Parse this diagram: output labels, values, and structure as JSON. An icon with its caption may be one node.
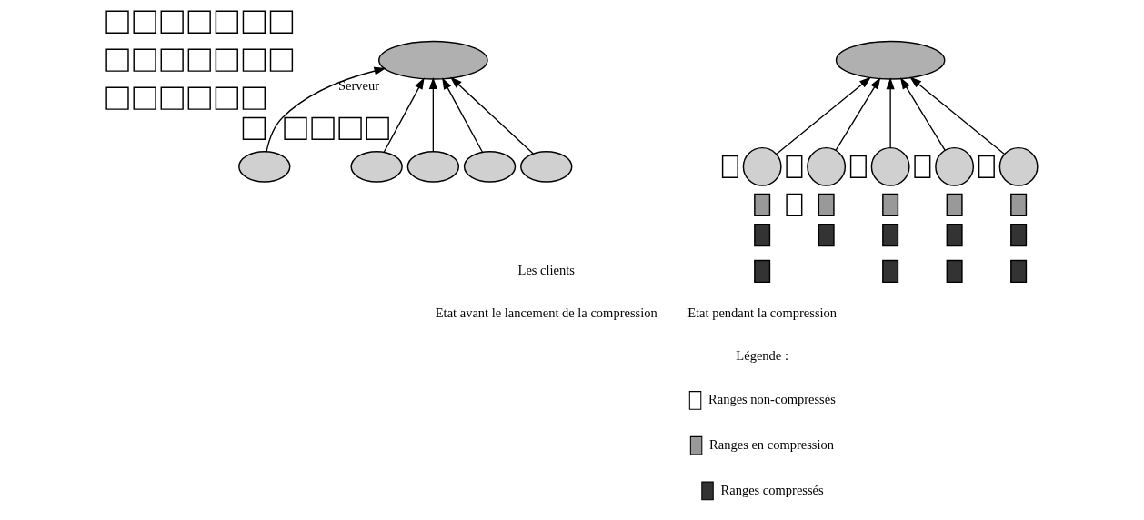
{
  "diagram": {
    "nodes": [
      {
        "text": [],
        "shape": "ellipse",
        "beside": [
          "Serveur"
        ]
      },
      {
        "text": [],
        "shape": "box"
      },
      {
        "text": [],
        "shape": "box"
      },
      {
        "text": [],
        "shape": "box"
      },
      {
        "text": [],
        "shape": "box"
      },
      {
        "text": [],
        "shape": "box"
      },
      {
        "text": [],
        "shape": "box"
      },
      {
        "text": [],
        "shape": "box"
      },
      {
        "text": [],
        "shape": "box"
      },
      {
        "text": [],
        "shape": "box"
      },
      {
        "text": [],
        "shape": "box"
      },
      {
        "text": [],
        "shape": "box"
      },
      {
        "text": [],
        "shape": "box"
      },
      {
        "text": [],
        "shape": "box"
      },
      {
        "text": [],
        "shape": "box"
      },
      {
        "text": [],
        "shape": "box"
      },
      {
        "text": [],
        "shape": "box"
      },
      {
        "text": [],
        "shape": "box"
      },
      {
        "text": [],
        "shape": "box"
      },
      {
        "text": [],
        "shape": "box"
      },
      {
        "text": [],
        "shape": "box"
      },
      {
        "text": [],
        "shape": "box"
      },
      {
        "text": [],
        "shape": "box"
      },
      {
        "text": [],
        "shape": "box"
      },
      {
        "text": [],
        "shape": "box"
      },
      {
        "text": [],
        "shape": "box"
      },
      {
        "text": [],
        "shape": "ellipse"
      },
      {
        "text": [],
        "shape": "ellipse"
      },
      {
        "text": [],
        "shape": "ellipse"
      },
      {
        "text": [],
        "shape": "ellipse"
      },
      {
        "text": [],
        "shape": "ellipse"
      },
      {
        "text": [],
        "shape": "ellipse"
      },
      {
        "text": [],
        "shape": "box"
      },
      {
        "text": [],
        "shape": "circle"
      },
      {
        "text": [],
        "shape": "box"
      },
      {
        "text": [],
        "shape": "box"
      },
      {
        "text": [],
        "shape": "box"
      },
      {
        "text": [],
        "shape": "box"
      },
      {
        "text": [],
        "shape": "box"
      },
      {
        "text": [],
        "shape": "circle"
      },
      {
        "text": [],
        "shape": "box"
      },
      {
        "text": [],
        "shape": "box"
      },
      {
        "text": [],
        "shape": "box"
      },
      {
        "text": [],
        "shape": "circle"
      },
      {
        "text": [],
        "shape": "box"
      },
      {
        "text": [],
        "shape": "box"
      },
      {
        "text": [],
        "shape": "box"
      },
      {
        "text": [],
        "shape": "box"
      },
      {
        "text": [],
        "shape": "circle"
      },
      {
        "text": [],
        "shape": "box"
      },
      {
        "text": [],
        "shape": "box"
      },
      {
        "text": [],
        "shape": "box"
      },
      {
        "text": [],
        "shape": "box"
      },
      {
        "text": [],
        "shape": "circle"
      },
      {
        "text": [],
        "shape": "box"
      },
      {
        "text": [],
        "shape": "box"
      },
      {
        "text": [],
        "shape": "box"
      }
    ],
    "edges": [
      {
        "from": 26,
        "to": 0,
        "arrow": "to"
      },
      {
        "from": 27,
        "to": 0,
        "arrow": "to"
      },
      {
        "from": 28,
        "to": 0,
        "arrow": "to"
      },
      {
        "from": 29,
        "to": 0,
        "arrow": "to"
      },
      {
        "from": 30,
        "to": 0,
        "arrow": "to"
      },
      {
        "from": 33,
        "to": 31,
        "arrow": "to"
      },
      {
        "from": 39,
        "to": 31,
        "arrow": "to"
      },
      {
        "from": 43,
        "to": 31,
        "arrow": "to"
      },
      {
        "from": 48,
        "to": 31,
        "arrow": "to"
      },
      {
        "from": 53,
        "to": 31,
        "arrow": "to"
      }
    ],
    "labels": [
      "Les clients",
      "Etat avant le lancement de la compression",
      "Etat pendant la compression",
      "Légende :"
    ],
    "legend": [
      {
        "text": "Ranges non-compressés",
        "color": "#ffffff"
      },
      {
        "text": "Ranges en compression",
        "color": "#999999"
      },
      {
        "text": "Ranges compressés",
        "color": "#333333"
      }
    ]
  }
}
